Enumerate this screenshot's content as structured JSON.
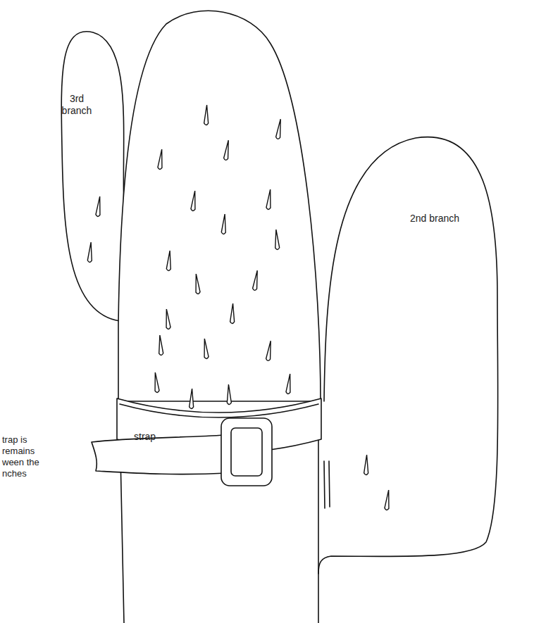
{
  "diagram": {
    "labels": [
      "3rd branch",
      "2nd branch",
      "strap",
      "trap is remains ween the nches"
    ]
  }
}
